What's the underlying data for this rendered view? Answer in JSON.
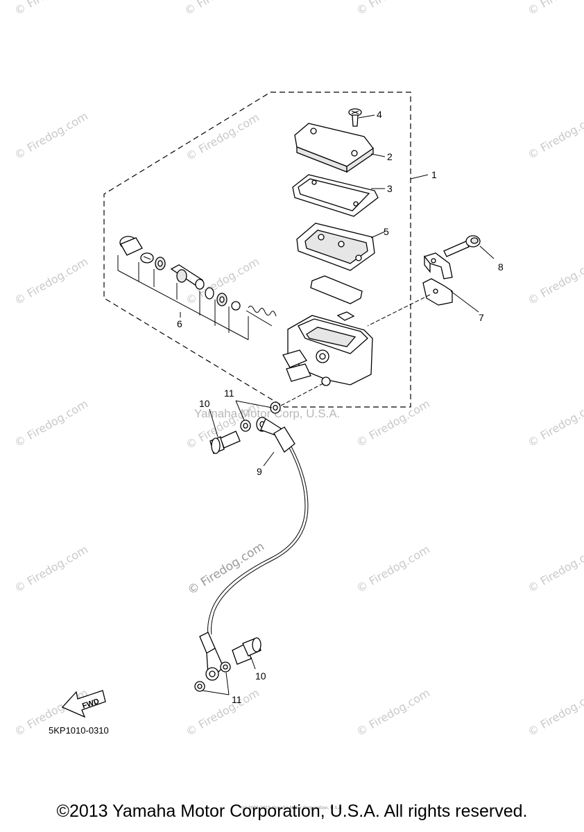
{
  "watermark": "© Firedog.com",
  "watermark_corp": "Yamaha Motor Corp, U.S.A.",
  "part_numbers": {
    "p1": "1",
    "p2": "2",
    "p3": "3",
    "p4": "4",
    "p5": "5",
    "p6": "6",
    "p7": "7",
    "p8": "8",
    "p9": "9",
    "p10a": "10",
    "p10b": "10",
    "p11a": "11",
    "p11b": "11"
  },
  "fwd_label": "FWD",
  "figure_code": "5KP1010-0310",
  "small_credit": "(c) 2005-2015 Yamaha Motor Corporation, U.S.A.",
  "copyright": "©2013 Yamaha Motor Corporation, U.S.A. All rights reserved."
}
